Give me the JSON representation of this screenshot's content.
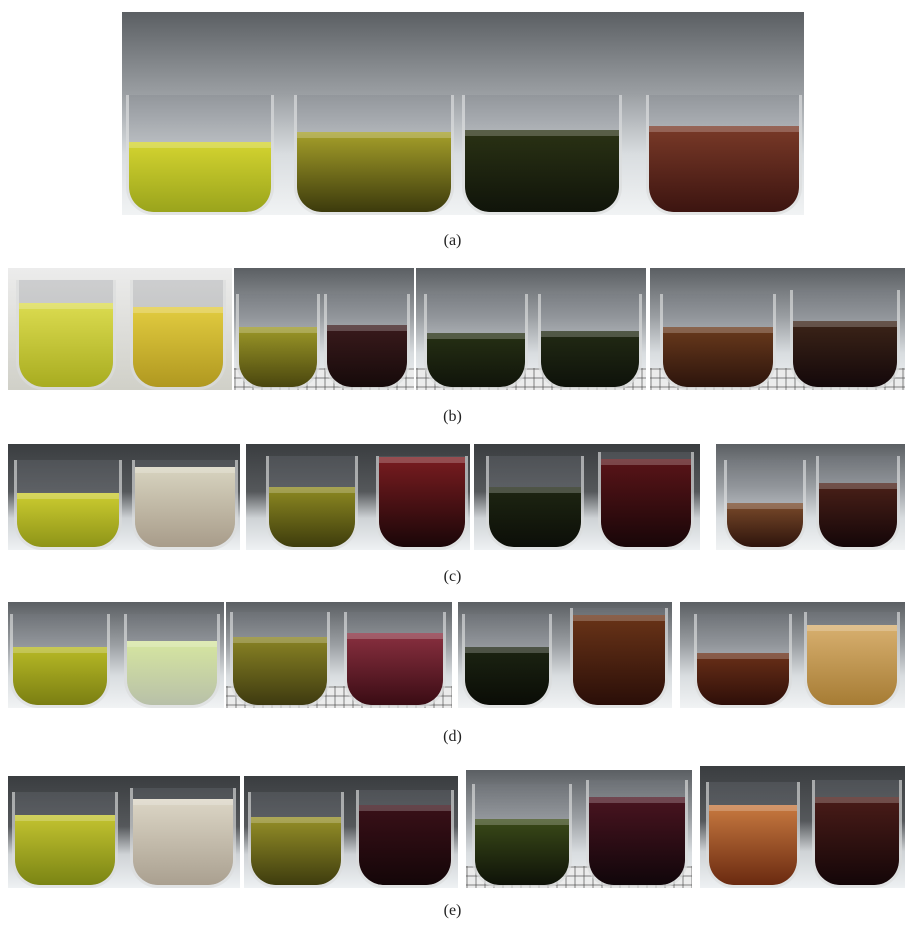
{
  "panels": [
    {
      "label": "(a)"
    },
    {
      "label": "(b)"
    },
    {
      "label": "(c)"
    },
    {
      "label": "(d)"
    },
    {
      "label": "(e)"
    }
  ],
  "colors": {
    "yellow_green": "#b8b820",
    "olive": "#6e6a12",
    "dark_green": "#1e2410",
    "dark_red": "#3a1210",
    "brown": "#5a2414",
    "pale": "#c9c4b0",
    "amber": "#b07a2a"
  }
}
